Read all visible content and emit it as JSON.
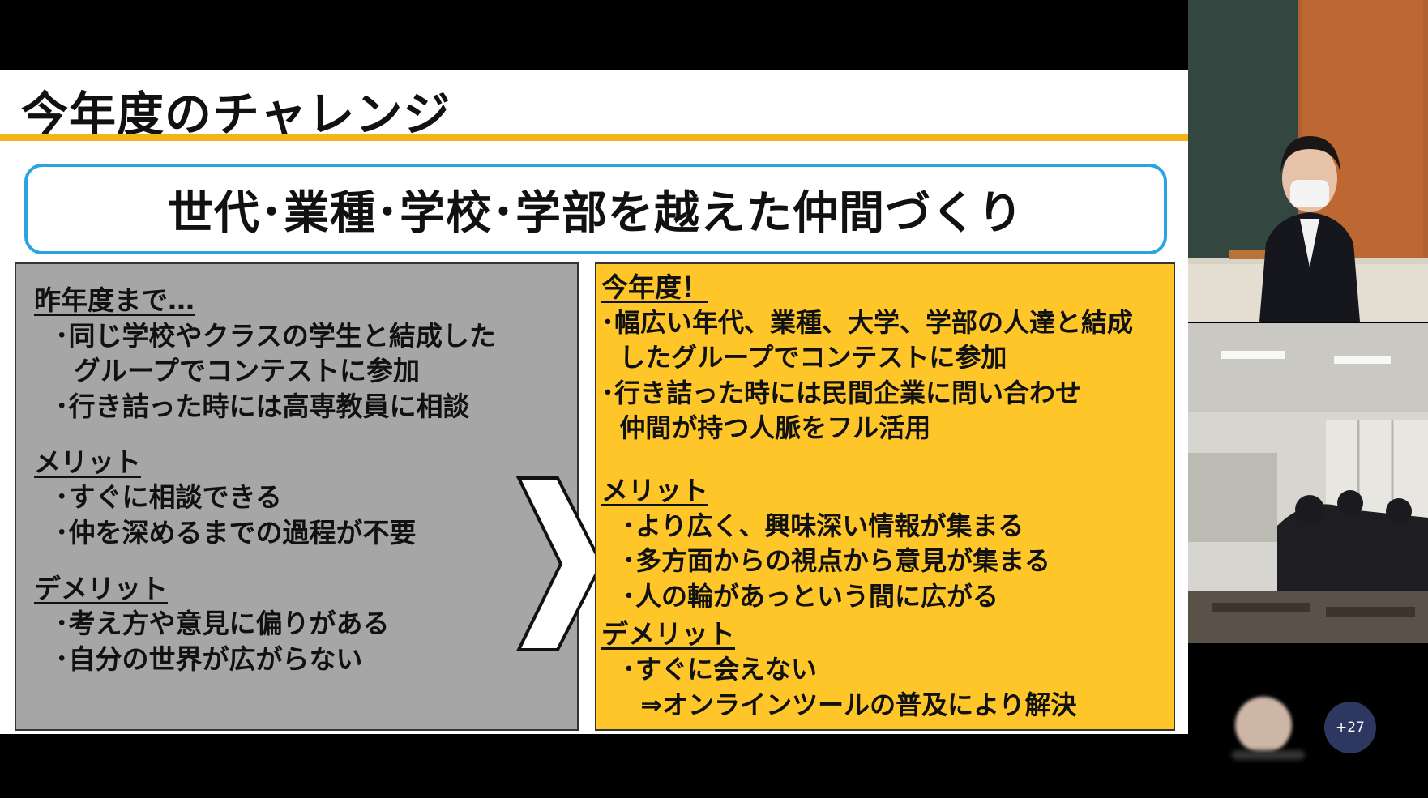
{
  "slide": {
    "title": "今年度のチャレンジ",
    "theme": "世代･業種･学校･学部を越えた仲間づくり",
    "last_year": {
      "heading": "昨年度まで…",
      "items": [
        "･同じ学校やクラスの学生と結成した",
        "  グループでコンテストに参加",
        "･行き詰った時には高専教員に相談"
      ],
      "merit_heading": "メリット",
      "merit_items": [
        "･すぐに相談できる",
        "･仲を深めるまでの過程が不要"
      ],
      "demerit_heading": "デメリット",
      "demerit_items": [
        "･考え方や意見に偏りがある",
        "･自分の世界が広がらない"
      ]
    },
    "this_year": {
      "heading": "今年度！",
      "items": [
        "･幅広い年代、業種、大学、学部の人達と結成",
        "  したグループでコンテストに参加",
        "･行き詰った時には民間企業に問い合わせ",
        "  仲間が持つ人脈をフル活用"
      ],
      "merit_heading": "メリット",
      "merit_items": [
        "･より広く、興味深い情報が集まる",
        "･多方面からの視点から意見が集まる",
        "･人の輪があっという間に広がる"
      ],
      "demerit_heading": "デメリット",
      "demerit_items": [
        "･すぐに会えない",
        "  ⇒オンラインツールの普及により解決"
      ]
    }
  },
  "colors": {
    "accent_rule": "#f2b417",
    "theme_border": "#2aa4e0",
    "left_panel": "#a6a6a6",
    "right_panel": "#ffc62a",
    "badge": "#2d3760"
  },
  "participants": {
    "more_count": "+27"
  }
}
